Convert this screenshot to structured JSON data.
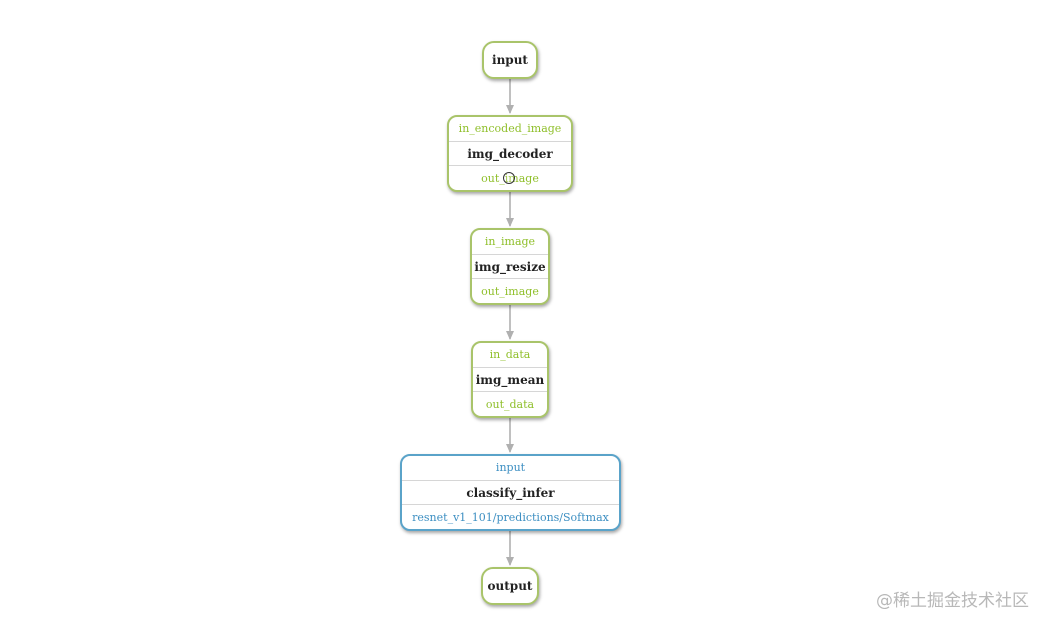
{
  "diagram": {
    "nodes": [
      {
        "id": "input",
        "label": "input"
      },
      {
        "id": "img_decoder",
        "in": "in_encoded_image",
        "name": "img_decoder",
        "out": "out_image"
      },
      {
        "id": "img_resize",
        "in": "in_image",
        "name": "img_resize",
        "out": "out_image"
      },
      {
        "id": "img_mean",
        "in": "in_data",
        "name": "img_mean",
        "out": "out_data"
      },
      {
        "id": "classify_infer",
        "in": "input",
        "name": "classify_infer",
        "out": "resnet_v1_101/predictions/Softmax"
      },
      {
        "id": "output",
        "label": "output"
      }
    ],
    "edges": [
      {
        "from": "input",
        "to": "img_decoder"
      },
      {
        "from": "img_decoder",
        "to": "img_resize"
      },
      {
        "from": "img_resize",
        "to": "img_mean"
      },
      {
        "from": "img_mean",
        "to": "classify_infer"
      },
      {
        "from": "classify_infer",
        "to": "output"
      }
    ],
    "colors": {
      "green_border": "#a9c46a",
      "green_text": "#8fbf2a",
      "blue_border": "#5aa3c9",
      "blue_text": "#3d8fc2",
      "edge": "#b0b0b0"
    }
  },
  "watermark": "@稀土掘金技术社区"
}
